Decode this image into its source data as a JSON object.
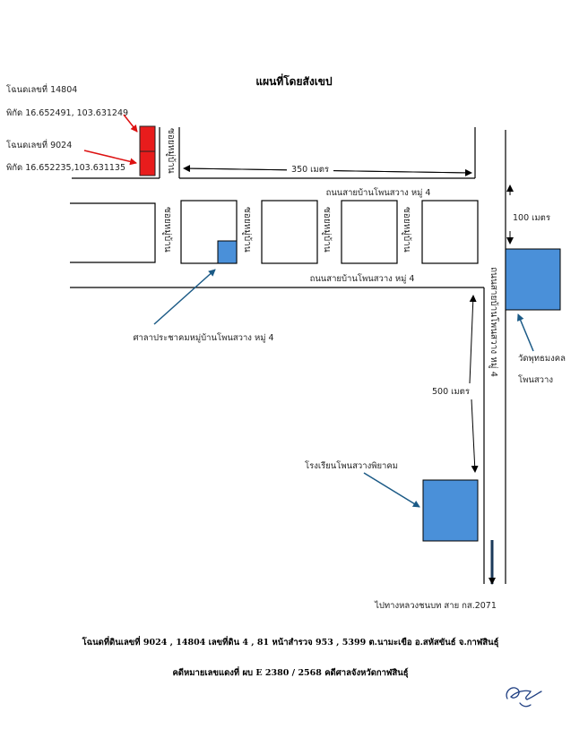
{
  "title": "แผนที่โดยสังเขป",
  "deed_14804": {
    "label": "โฉนดเลขที่  14804",
    "coords": "พิกัด 16.652491, 103.631249"
  },
  "deed_9024": {
    "label": "โฉนดเลขที่  9024",
    "coords": "พิกัด 16.652235,103.631135"
  },
  "roads": {
    "soi_main_1": "ซอยหมู่บ้าน",
    "soi_1": "ซอยหมู่บ้าน",
    "soi_2": "ซอยหมู่บ้าน",
    "soi_3": "ซอยหมู่บ้าน",
    "soi_4": "ซอยหมู่บ้าน",
    "upper_road": "ถนนสายบ้านโพนสวาง หมู่ 4",
    "lower_road": "ถนนสายบ้านโพนสวาง หมู่ 4",
    "vertical_road": "ถนนสายบ้านโพนสวาง หมู่ 4"
  },
  "distances": {
    "d350": "350 เมตร",
    "d100": "100 เมตร",
    "d500": "500 เมตร"
  },
  "landmarks": {
    "hall": "ศาลาประชาคมหมู่บ้านโพนสวาง หมู่ 4",
    "temple_line1": "วัดพุทธมงคล",
    "temple_line2": "โพนสวาง",
    "school": "โรงเรียนโพนสวางพิยาคม",
    "direction": "ไปทางหลวงชนบท สาย กส.2071"
  },
  "footer": {
    "line1": "โฉนดที่ดินเลขที่  9024 , 14804  เลขที่ดิน  4 , 81  หน้าสำรวจ  953 , 5399  ต.นามะเขือ อ.สหัสขันธ์ จ.กาฬสินธุ์",
    "line2": "คดีหมายเลขแดงที่ ผบ E 2380 / 2568  คดีศาลจังหวัดกาฬสินธุ์"
  },
  "colors": {
    "plot": "#e81c1c",
    "landmark": "#4a90d9",
    "arrow_red": "#dd1111",
    "arrow_blue": "#1b5a86"
  }
}
